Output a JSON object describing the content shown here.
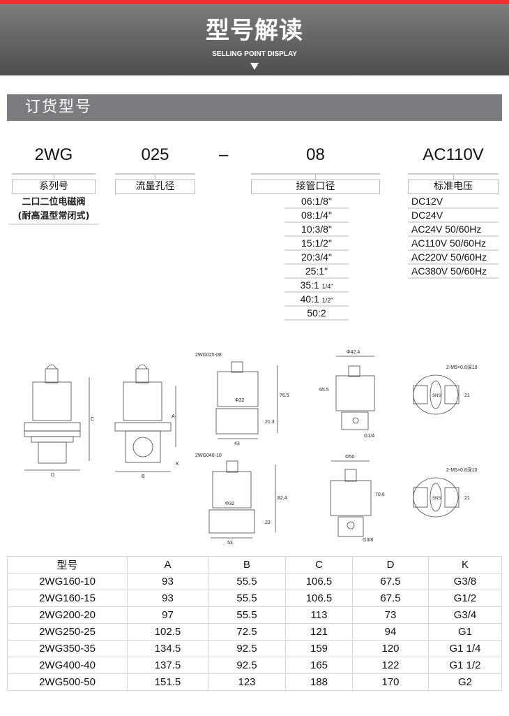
{
  "banner": {
    "title": "型号解读",
    "subtitle": "SELLING POINT DISPLAY"
  },
  "section_title": "订货型号",
  "code": {
    "series": "2WG",
    "flow": "025",
    "dash": "–",
    "port": "08",
    "voltage": "AC110V"
  },
  "labels": {
    "series": "系列号",
    "flow": "流量孔径",
    "port": "接管口径",
    "voltage": "标准电压"
  },
  "series_desc": [
    "二口二位电磁阀",
    "(耐高温型常闭式)"
  ],
  "ports": [
    [
      "06:1/8\"",
      ""
    ],
    [
      "08:1/4\"",
      ""
    ],
    [
      "10:3/8\"",
      ""
    ],
    [
      "15:1/2\"",
      ""
    ],
    [
      "20:3/4\"",
      ""
    ],
    [
      "25:1\"",
      ""
    ],
    [
      "35:1 ",
      "1/4\""
    ],
    [
      "40:1 ",
      "1/2\""
    ],
    [
      "50:2",
      ""
    ]
  ],
  "voltages": [
    "DC12V",
    "DC24V",
    "AC24V 50/60Hz",
    "AC110V 50/60Hz",
    "AC220V 50/60Hz",
    "AC380V 50/60Hz"
  ],
  "drawing": {
    "model1": "2WG025-08",
    "model2": "2WG040-10",
    "dims1": {
      "dia": "Φ32",
      "h": "76.5",
      "base": "21.3",
      "w": "43",
      "top": "Φ42.4",
      "h2": "65.5",
      "port": "G1/4",
      "thread": "2-M5×0.8深10",
      "sns": "SNS",
      "w2": "21"
    },
    "dims2": {
      "dia": "Φ32",
      "h": "82.4",
      "base": "23",
      "w": "53",
      "top": "Φ50",
      "h2": "70.6",
      "port": "G3/8",
      "thread": "2-M5×0.8深10",
      "sns": "SNS",
      "w2": "21"
    },
    "letters": {
      "A": "A",
      "B": "B",
      "C": "C",
      "D": "D",
      "K": "K"
    }
  },
  "table": {
    "headers": [
      "型号",
      "A",
      "B",
      "C",
      "D",
      "K"
    ],
    "rows": [
      [
        "2WG160-10",
        "93",
        "55.5",
        "106.5",
        "67.5",
        "G3/8"
      ],
      [
        "2WG160-15",
        "93",
        "55.5",
        "106.5",
        "67.5",
        "G1/2"
      ],
      [
        "2WG200-20",
        "97",
        "55.5",
        "113",
        "73",
        "G3/4"
      ],
      [
        "2WG250-25",
        "102.5",
        "72.5",
        "121",
        "94",
        "G1"
      ],
      [
        "2WG350-35",
        "134.5",
        "92.5",
        "159",
        "120",
        "G1 1/4"
      ],
      [
        "2WG400-40",
        "137.5",
        "92.5",
        "165",
        "122",
        "G1 1/2"
      ],
      [
        "2WG500-50",
        "151.5",
        "123",
        "188",
        "170",
        "G2"
      ]
    ]
  }
}
